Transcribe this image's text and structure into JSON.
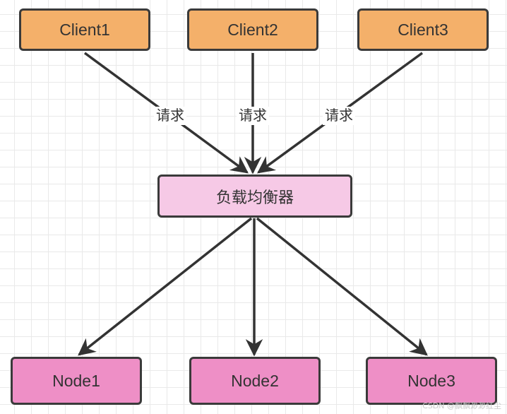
{
  "diagram": {
    "clients": [
      {
        "label": "Client1"
      },
      {
        "label": "Client2"
      },
      {
        "label": "Client3"
      }
    ],
    "edge_label": "请求",
    "load_balancer": {
      "label": "负载均衡器"
    },
    "servers": [
      {
        "label": "Node1"
      },
      {
        "label": "Node2"
      },
      {
        "label": "Node3"
      }
    ]
  },
  "watermark": "CSDN @飘飘渺渺红尘",
  "colors": {
    "client_fill": "#f4b06a",
    "load_balancer_fill": "#f6c9e6",
    "server_fill": "#ee8fc6",
    "stroke": "#3a3a3a"
  }
}
